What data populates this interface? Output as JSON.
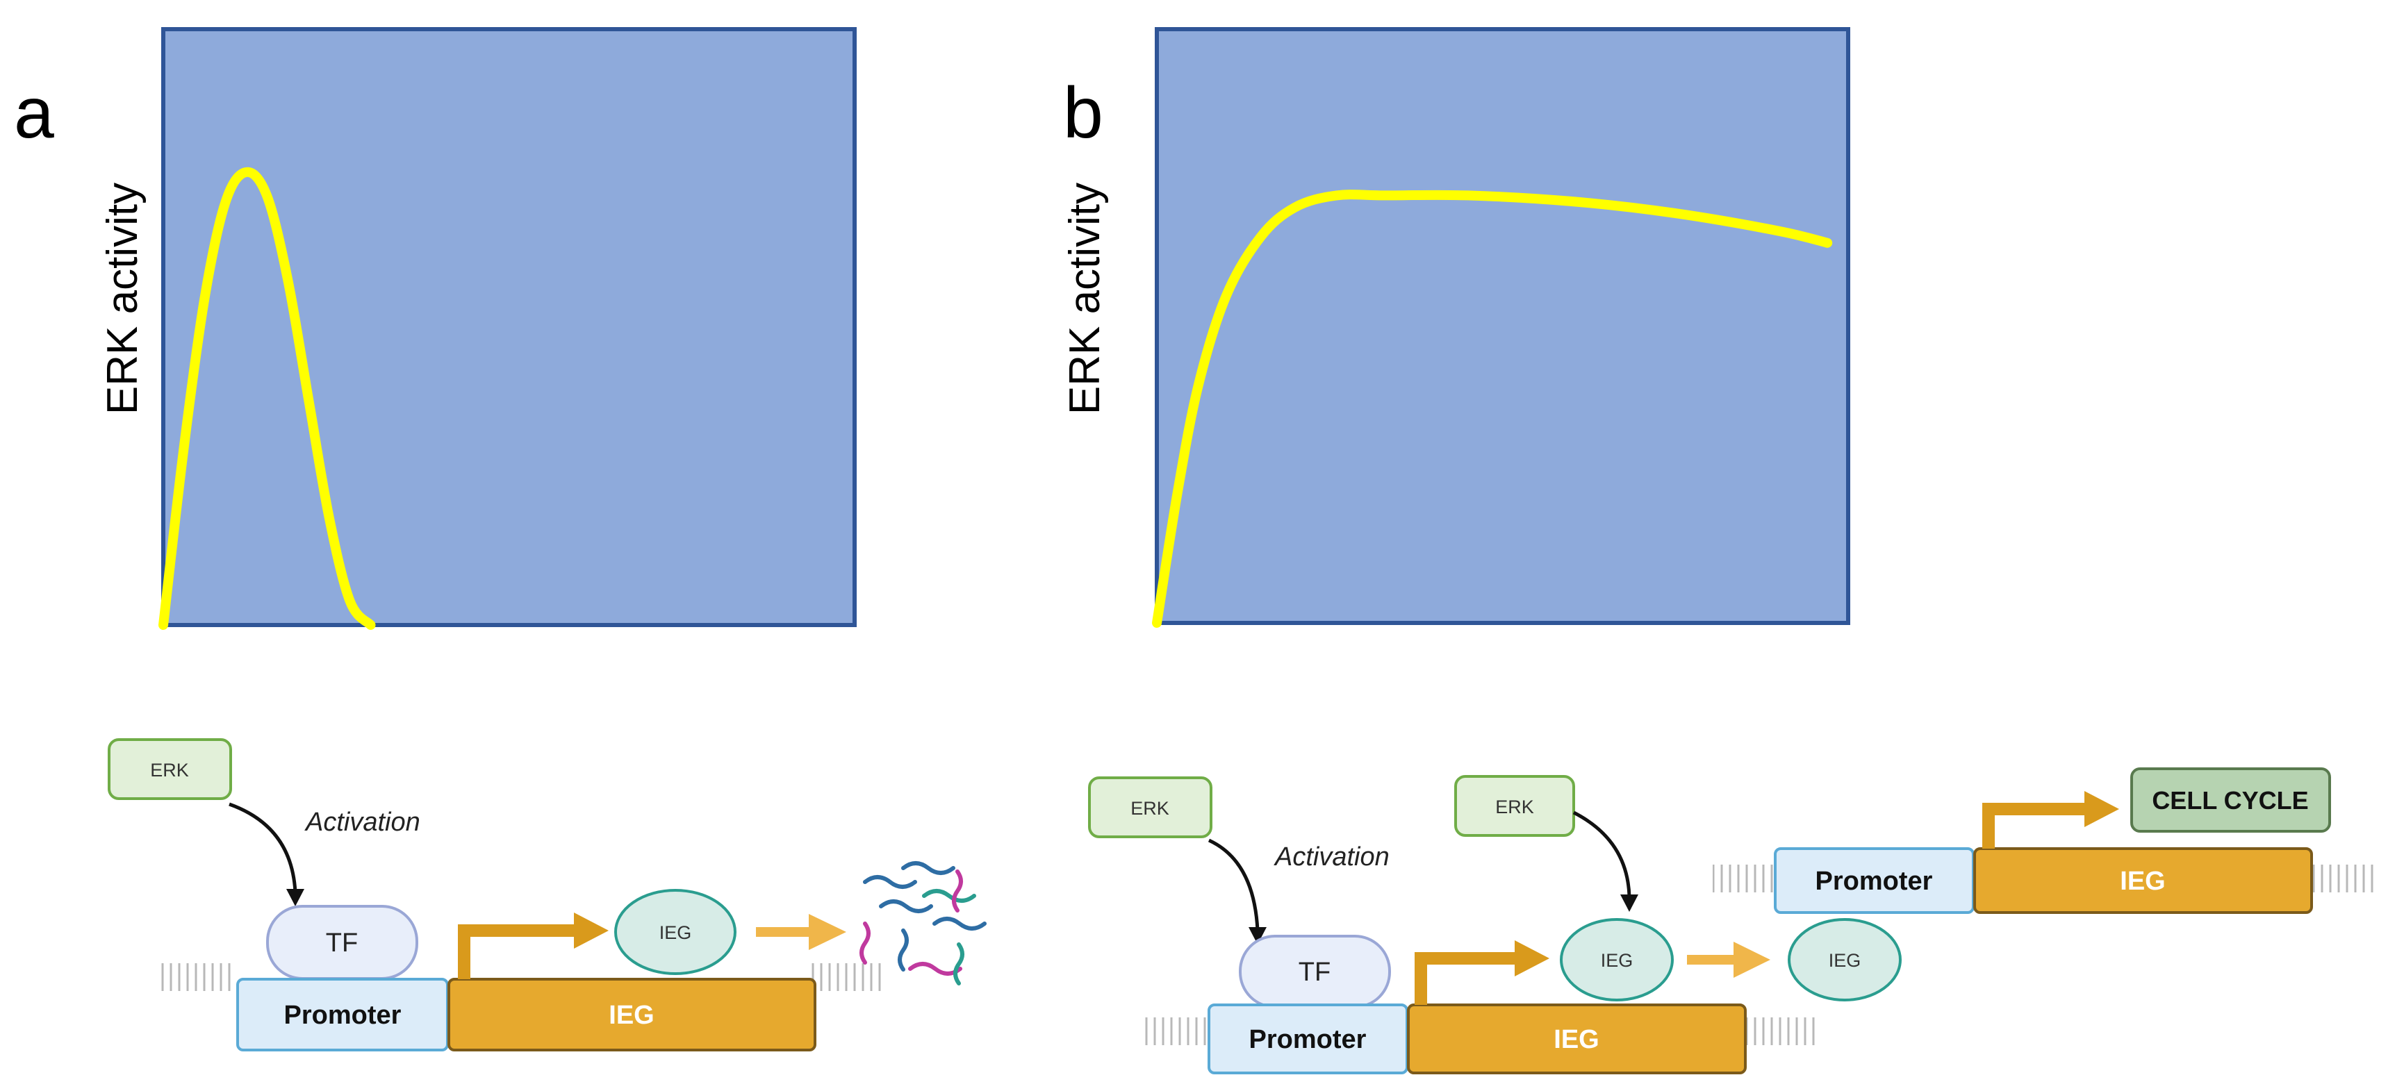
{
  "panel_a": {
    "label": "a",
    "ylabel": "ERK activity",
    "chart_data": {
      "type": "line",
      "title": "",
      "xlabel": "",
      "ylabel": "ERK activity",
      "xlim": [
        0,
        1
      ],
      "ylim": [
        0,
        1
      ],
      "series": [
        {
          "x": [
            0.0,
            0.03,
            0.06,
            0.09,
            0.12,
            0.15,
            0.18,
            0.21,
            0.24,
            0.27,
            0.3
          ],
          "y": [
            0.0,
            0.3,
            0.55,
            0.71,
            0.76,
            0.72,
            0.58,
            0.38,
            0.18,
            0.04,
            0.0
          ]
        }
      ]
    },
    "diagram": {
      "erk": "ERK",
      "activation": "Activation",
      "tf": "TF",
      "promoter": "Promoter",
      "gene": "IEG",
      "product": "IEG"
    }
  },
  "panel_b": {
    "label": "b",
    "ylabel": "ERK activity",
    "chart_data": {
      "type": "line",
      "title": "",
      "xlabel": "",
      "ylabel": "ERK activity",
      "xlim": [
        0,
        1
      ],
      "ylim": [
        0,
        1
      ],
      "series": [
        {
          "x": [
            0.0,
            0.03,
            0.06,
            0.1,
            0.15,
            0.2,
            0.26,
            0.33,
            0.45,
            0.6,
            0.75,
            0.9,
            0.97
          ],
          "y": [
            0.0,
            0.22,
            0.4,
            0.55,
            0.65,
            0.7,
            0.72,
            0.72,
            0.72,
            0.71,
            0.69,
            0.66,
            0.64
          ]
        }
      ]
    },
    "diagram": {
      "erk1": "ERK",
      "activation": "Activation",
      "tf": "TF",
      "promoter1": "Promoter",
      "gene1": "IEG",
      "product1": "IEG",
      "erk2": "ERK",
      "product2": "IEG",
      "promoter2": "Promoter",
      "gene2": "IEG",
      "cell_cycle": "CELL CYCLE"
    }
  },
  "colors": {
    "plot_bg": "#8eaadb",
    "plot_border": "#2f5597",
    "curve": "#ffff00",
    "erk_fill": "#e2f0d9",
    "erk_stroke": "#70ad47",
    "tf_fill": "#e8eefa",
    "tf_stroke": "#9aa7d6",
    "promoter_fill": "#dcecf9",
    "promoter_stroke": "#5aaad6",
    "gene_fill": "#e6a92e",
    "gene_stroke": "#7b5a1a",
    "arrow": "#d99a1c",
    "ieg_fill": "#d7ece7",
    "ieg_stroke": "#2a9d8f",
    "cellcycle_fill": "#b6d3b1",
    "cellcycle_stroke": "#597a4e"
  }
}
